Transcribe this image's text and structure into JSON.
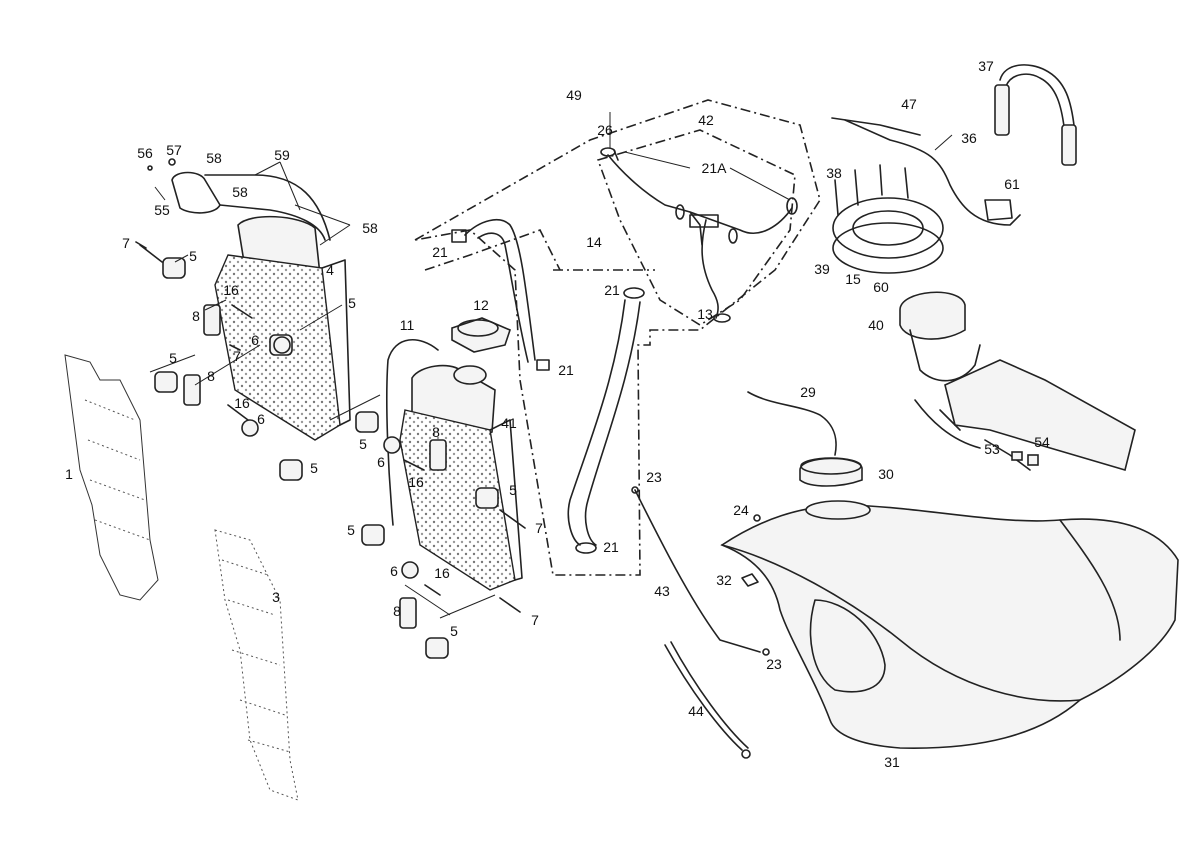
{
  "callouts": [
    {
      "text": "49"
    },
    {
      "text": "42"
    },
    {
      "text": "26"
    },
    {
      "text": "21A"
    },
    {
      "text": "14"
    },
    {
      "text": "21"
    },
    {
      "text": "21"
    },
    {
      "text": "13"
    },
    {
      "text": "21"
    },
    {
      "text": "21"
    },
    {
      "text": "21"
    },
    {
      "text": "12"
    },
    {
      "text": "11"
    },
    {
      "text": "41"
    },
    {
      "text": "23"
    },
    {
      "text": "43"
    },
    {
      "text": "23"
    },
    {
      "text": "44"
    },
    {
      "text": "56"
    },
    {
      "text": "57"
    },
    {
      "text": "58"
    },
    {
      "text": "59"
    },
    {
      "text": "58"
    },
    {
      "text": "55"
    },
    {
      "text": "58"
    },
    {
      "text": "7"
    },
    {
      "text": "5"
    },
    {
      "text": "4"
    },
    {
      "text": "16"
    },
    {
      "text": "8"
    },
    {
      "text": "5"
    },
    {
      "text": "6"
    },
    {
      "text": "7"
    },
    {
      "text": "5"
    },
    {
      "text": "8"
    },
    {
      "text": "16"
    },
    {
      "text": "6"
    },
    {
      "text": "5"
    },
    {
      "text": "1"
    },
    {
      "text": "3"
    },
    {
      "text": "5"
    },
    {
      "text": "6"
    },
    {
      "text": "8"
    },
    {
      "text": "16"
    },
    {
      "text": "5"
    },
    {
      "text": "7"
    },
    {
      "text": "5"
    },
    {
      "text": "6"
    },
    {
      "text": "16"
    },
    {
      "text": "8"
    },
    {
      "text": "5"
    },
    {
      "text": "7"
    },
    {
      "text": "37"
    },
    {
      "text": "47"
    },
    {
      "text": "36"
    },
    {
      "text": "38"
    },
    {
      "text": "61"
    },
    {
      "text": "39"
    },
    {
      "text": "15"
    },
    {
      "text": "60"
    },
    {
      "text": "40"
    },
    {
      "text": "29"
    },
    {
      "text": "30"
    },
    {
      "text": "53"
    },
    {
      "text": "54"
    },
    {
      "text": "24"
    },
    {
      "text": "32"
    },
    {
      "text": "31"
    }
  ]
}
